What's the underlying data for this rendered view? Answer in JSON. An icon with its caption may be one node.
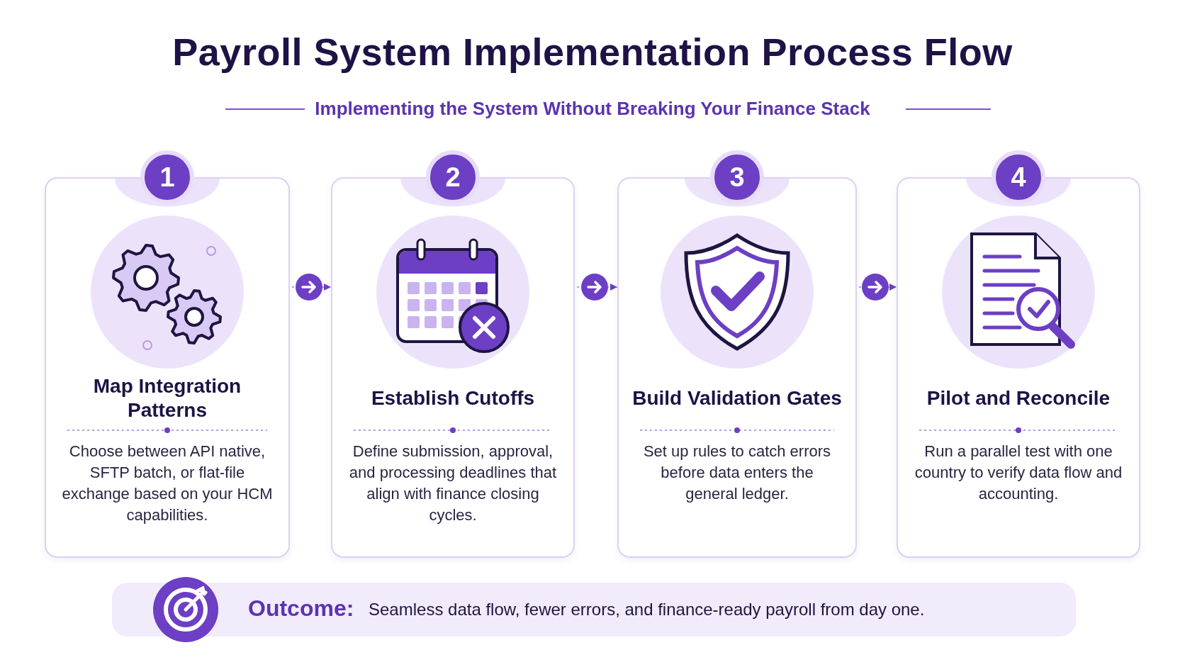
{
  "diagram": {
    "title": "Payroll System Implementation Process Flow",
    "nodes": [
      {
        "text": [
          "1",
          "Map Integration Patterns",
          "Choose between API native, SFTP batch, or flat-file exchange based on your HCM capabilities."
        ]
      },
      {
        "text": [
          "2",
          "Establish Cutoffs",
          "Define submission, approval, and processing deadlines that align with finance closing cycles."
        ]
      },
      {
        "text": [
          "3",
          "Build Validation Gates",
          "Set up rules to catch errors before data enters the general ledger."
        ]
      },
      {
        "text": [
          "4",
          "Pilot and Reconcile",
          "Run a parallel test with one country to verify data flow and accounting."
        ]
      },
      {
        "text": [
          "Outcome:",
          "Seamless data flow, fewer errors, and finance-ready payroll from day one."
        ]
      }
    ],
    "edges": [
      {
        "from": 0,
        "to": 1,
        "arrow": "to"
      },
      {
        "from": 1,
        "to": 2,
        "arrow": "to"
      },
      {
        "from": 2,
        "to": 3,
        "arrow": "to"
      }
    ],
    "labels": [
      "Implementing the System Without Breaking Your Finance Stack"
    ]
  }
}
